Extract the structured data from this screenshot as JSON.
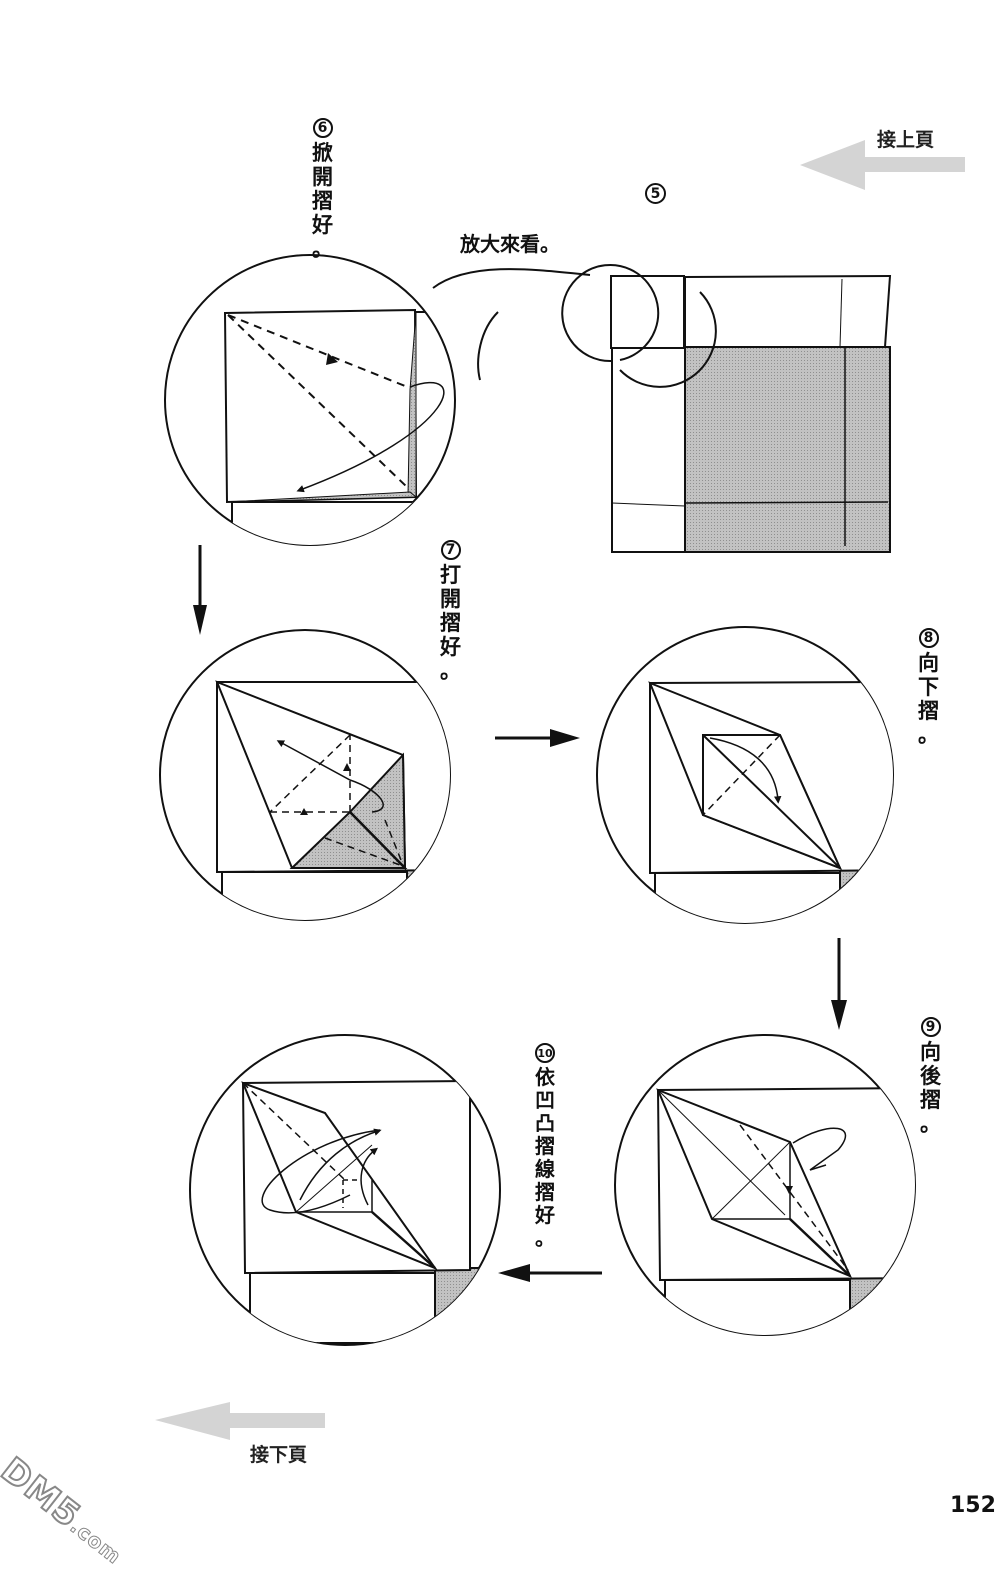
{
  "page": {
    "page_number": "152",
    "nav_prev": {
      "label": "接上頁",
      "direction": "left"
    },
    "nav_next": {
      "label": "接下頁",
      "direction": "left"
    },
    "watermark": {
      "main": "DM5",
      "suffix": ".com"
    }
  },
  "steps": [
    {
      "number": "5",
      "text": "",
      "callout": "放大來看。"
    },
    {
      "number": "6",
      "text": [
        "掀",
        "開",
        "摺",
        "好",
        "。"
      ]
    },
    {
      "number": "7",
      "text": [
        "打",
        "開",
        "摺",
        "好",
        "。"
      ]
    },
    {
      "number": "8",
      "text": [
        "向",
        "下",
        "摺",
        "。"
      ]
    },
    {
      "number": "9",
      "text": [
        "向",
        "後",
        "摺",
        "。"
      ]
    },
    {
      "number": "10",
      "text": [
        "依",
        "凹",
        "凸",
        "摺",
        "線",
        "摺",
        "好",
        "。"
      ]
    }
  ],
  "flow_arrows": [
    {
      "from": "6",
      "to": "7",
      "direction": "down"
    },
    {
      "from": "7",
      "to": "8",
      "direction": "right"
    },
    {
      "from": "8",
      "to": "9",
      "direction": "down"
    },
    {
      "from": "9",
      "to": "10",
      "direction": "left"
    }
  ],
  "colors": {
    "ink": "#111111",
    "shade": "#b8b8b8",
    "nav_arrow": "#d4d4d4",
    "background": "#ffffff"
  }
}
